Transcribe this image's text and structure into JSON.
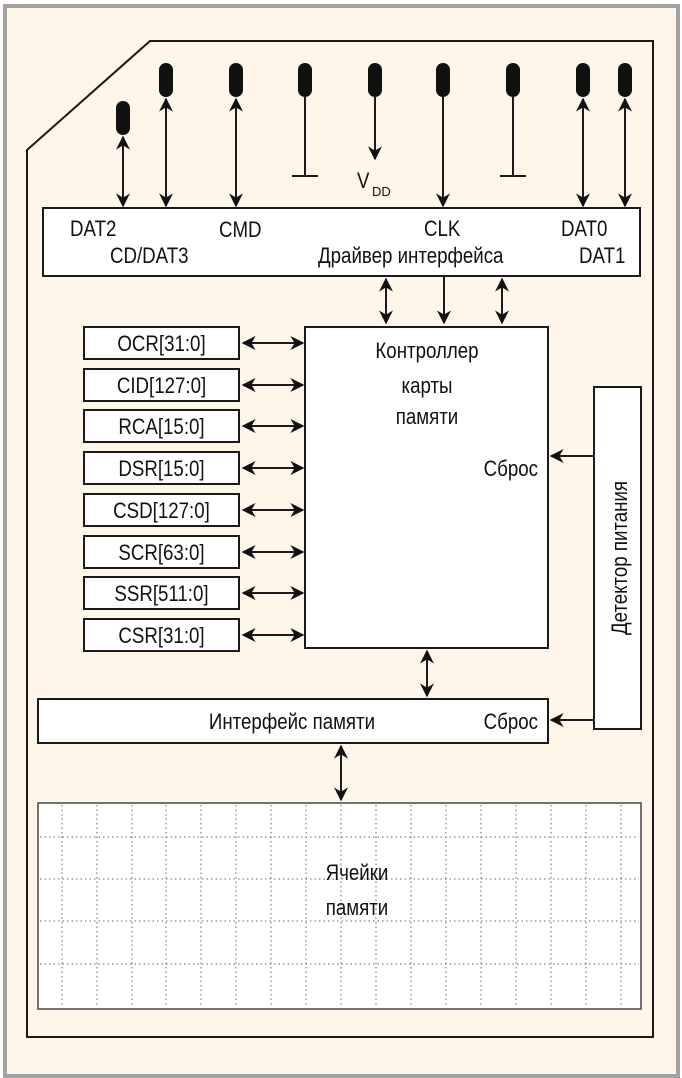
{
  "diagram": {
    "title": "",
    "pins": {
      "dat2": "DAT2",
      "cd_dat3": "CD/DAT3",
      "cmd": "CMD",
      "vdd_main": "V",
      "vdd_sub": "DD",
      "clk": "CLK",
      "dat0": "DAT0",
      "dat1": "DAT1"
    },
    "driver_label": "Драйвер интерфейса",
    "registers": [
      {
        "label": "OCR[31:0]"
      },
      {
        "label": "CID[127:0]"
      },
      {
        "label": "RCA[15:0]"
      },
      {
        "label": "DSR[15:0]"
      },
      {
        "label": "CSD[127:0]"
      },
      {
        "label": "SCR[63:0]"
      },
      {
        "label": "SSR[511:0]"
      },
      {
        "label": "CSR[31:0]"
      }
    ],
    "controller": {
      "line1": "Контроллер",
      "line2": "карты",
      "line3": "памяти",
      "reset": "Сброс"
    },
    "power_detector": "Детектор питания",
    "memory_interface": {
      "label": "Интерфейс памяти",
      "reset": "Сброс"
    },
    "memory_cells": {
      "line1": "Ячейки",
      "line2": "памяти"
    }
  }
}
